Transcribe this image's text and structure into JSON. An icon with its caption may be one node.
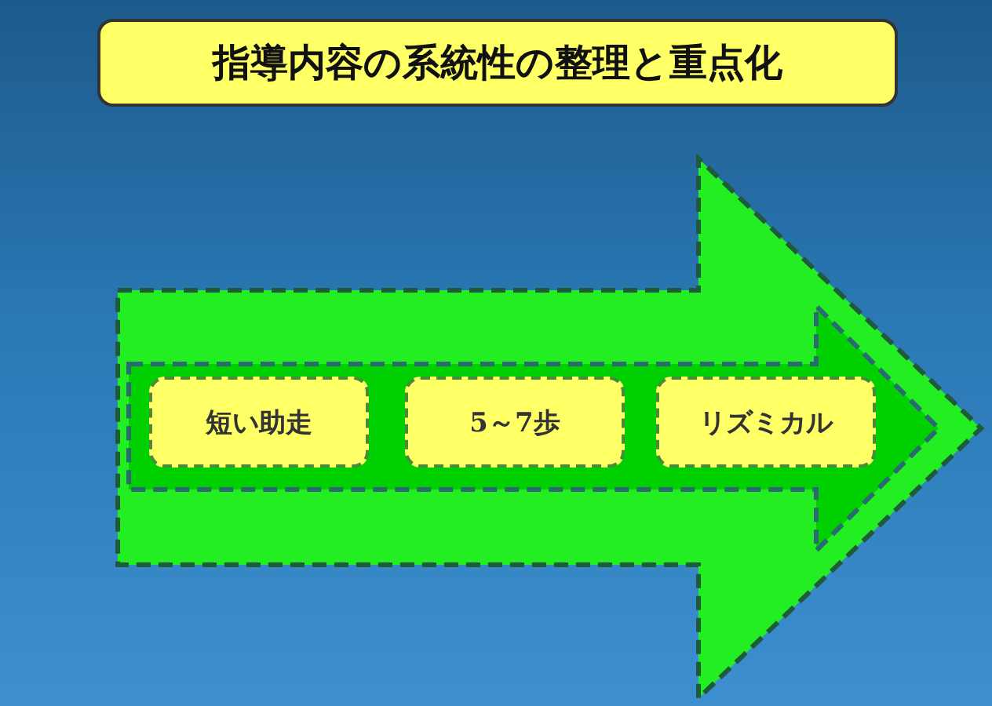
{
  "diagram": {
    "title": "指導内容の系統性の整理と重点化",
    "nodes": [
      {
        "text": [],
        "shape": "arrow"
      },
      {
        "text": [],
        "shape": "arrow",
        "in": 0
      },
      {
        "text": [
          "短い助走"
        ],
        "in": 1
      },
      {
        "text": [
          "5～7歩"
        ],
        "in": 1
      },
      {
        "text": [
          "リズミカル"
        ],
        "in": 1
      }
    ]
  }
}
